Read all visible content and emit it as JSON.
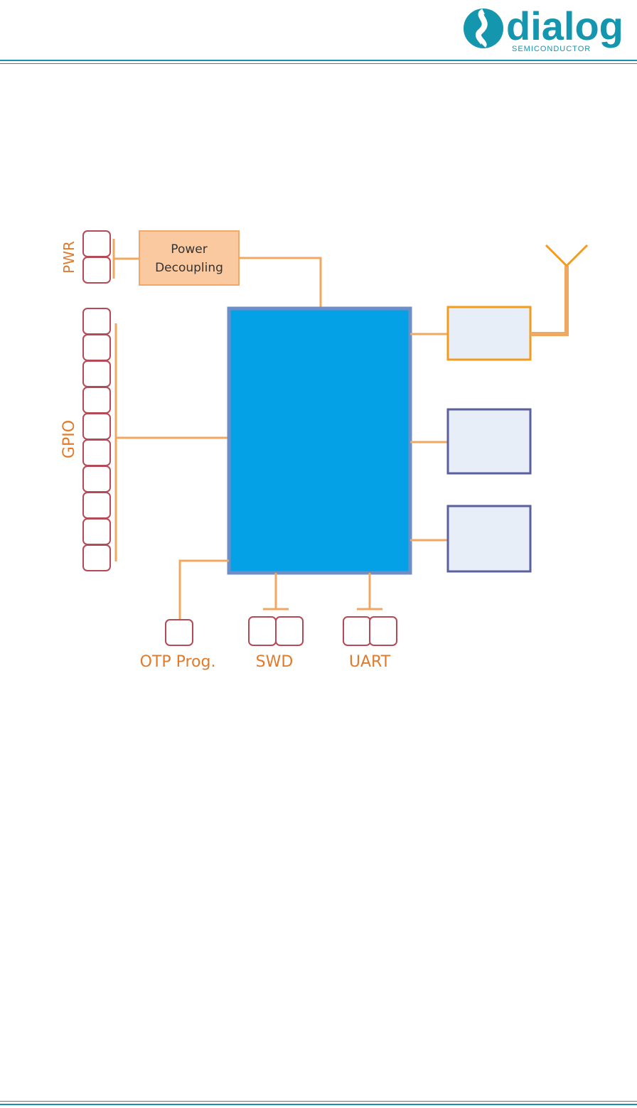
{
  "header": {
    "logo_word": "dialog",
    "logo_sub": "SEMICONDUCTOR",
    "colors": {
      "teal": "#1496ae",
      "rule": "#1a8fb0"
    }
  },
  "diagram": {
    "power_block_label_line1": "Power",
    "power_block_label_line2": "Decoupling",
    "pwr_label": "PWR",
    "gpio_label": "GPIO",
    "otp_label": "OTP Prog.",
    "swd_label": "SWD",
    "uart_label": "UART",
    "colors": {
      "chip_fill": "#05a1e6",
      "chip_border": "#6e8ec7",
      "trace": "#f0a860",
      "pin_border": "#b34a55",
      "label": "#e07b2c",
      "rf_box_border": "#f39c1c",
      "side_box_border": "#5a5f9e",
      "side_box_fill": "#e8eef8",
      "power_fill": "#fbc9a0"
    }
  }
}
